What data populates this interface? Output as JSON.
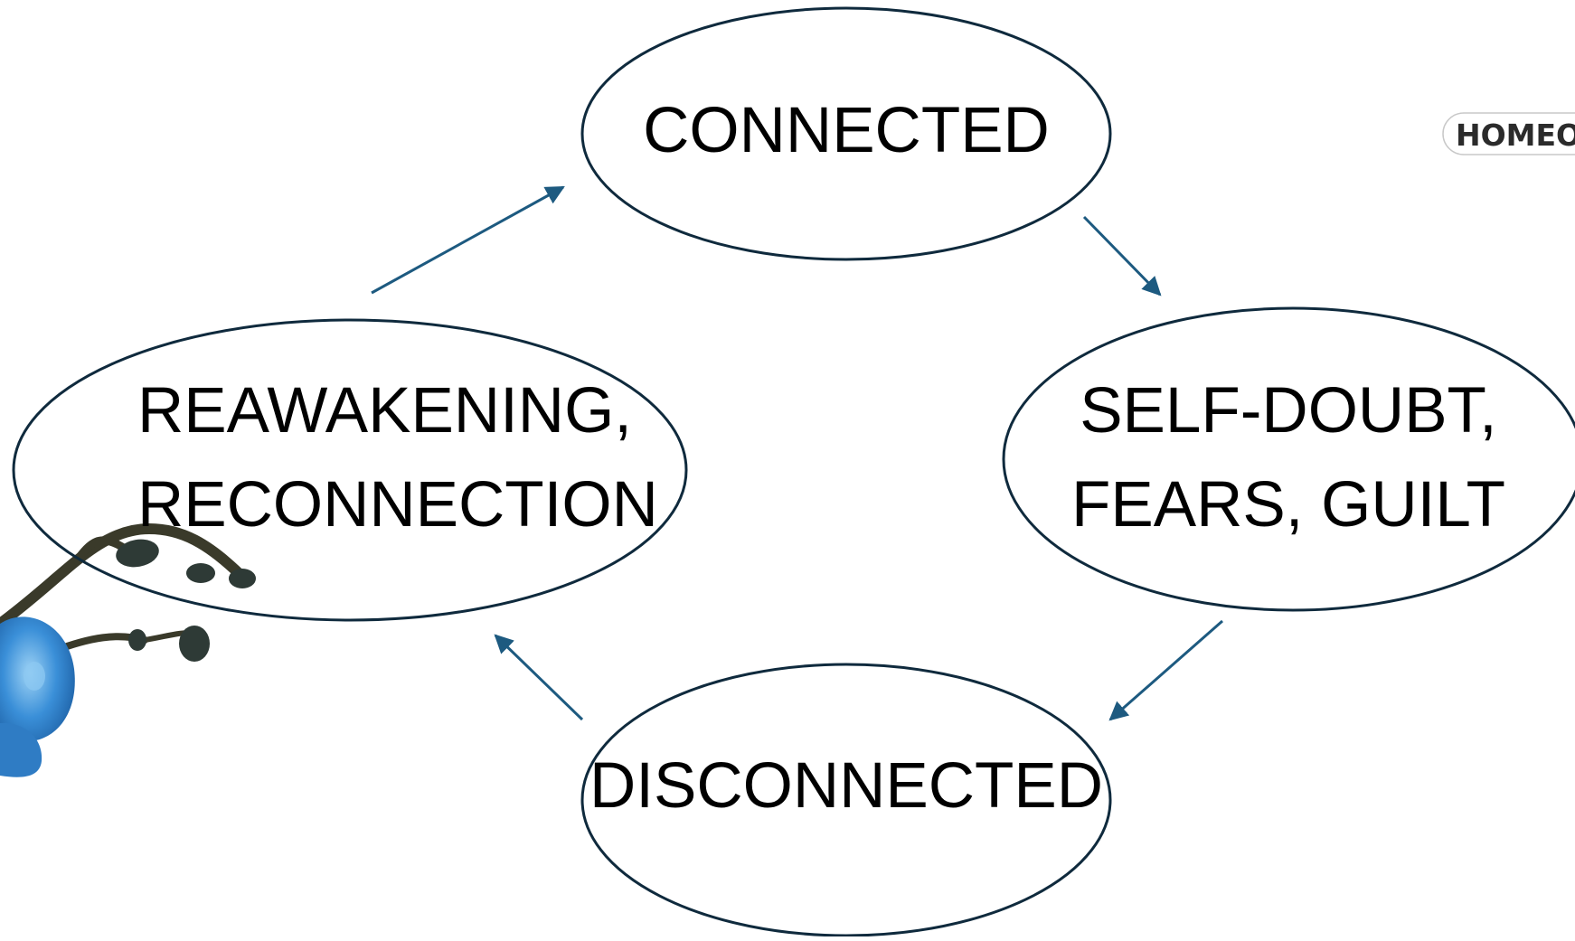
{
  "diagram": {
    "type": "cycle",
    "nodes": [
      {
        "id": "connected",
        "lines": [
          "CONNECTED"
        ]
      },
      {
        "id": "self-doubt",
        "lines": [
          "SELF-DOUBT,",
          "FEARS, GUILT"
        ]
      },
      {
        "id": "disconnected",
        "lines": [
          "DISCONNECTED"
        ]
      },
      {
        "id": "reawakening",
        "lines": [
          "REAWAKENING,",
          "RECONNECTION"
        ]
      }
    ],
    "edges": [
      {
        "from": "connected",
        "to": "self-doubt"
      },
      {
        "from": "self-doubt",
        "to": "disconnected"
      },
      {
        "from": "disconnected",
        "to": "reawakening"
      },
      {
        "from": "reawakening",
        "to": "connected"
      }
    ]
  },
  "logo": {
    "text": "HOMEOPATHY"
  },
  "colors": {
    "ellipse_stroke": "#0f2a3d",
    "arrow": "#1d5a80",
    "text": "#000000",
    "orchid_petal": "#3a8fd8",
    "orchid_petal_light": "#8cc8f2",
    "orchid_stem": "#3a3a2a",
    "orchid_bud": "#2e3a36"
  }
}
